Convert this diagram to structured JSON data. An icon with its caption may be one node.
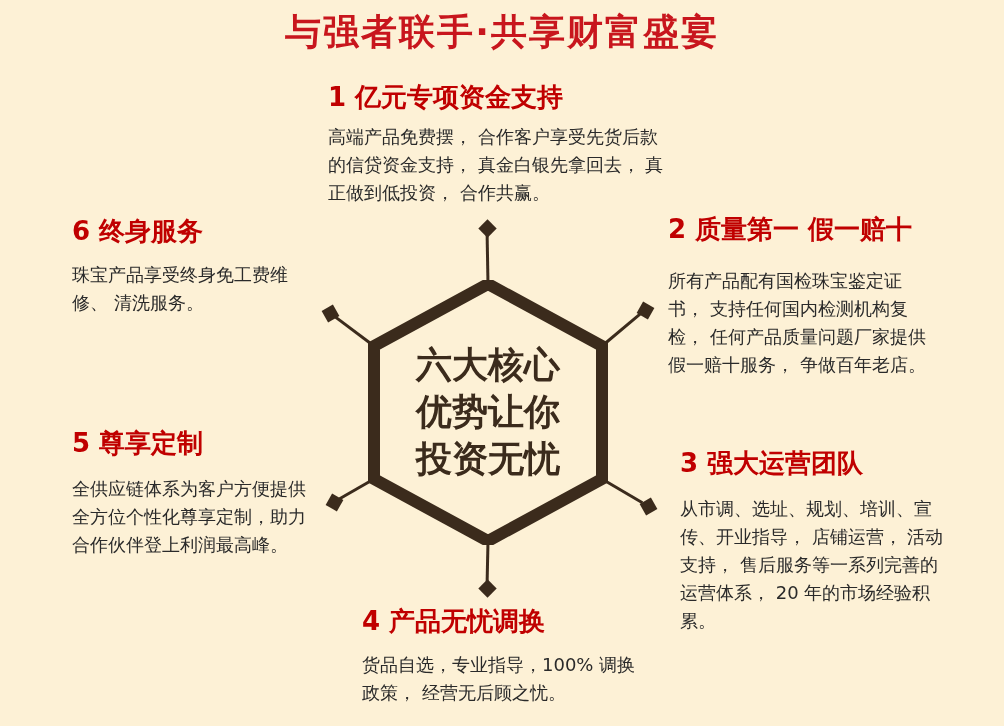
{
  "diagram": {
    "title": "与强者联手·共享财富盛宴",
    "nodes": [
      {
        "text": [
          "六大核心优势让你投资无忧"
        ]
      },
      {
        "text": [
          "1 亿元专项资金支持",
          "高端产品免费摆， 合作客户享受先货后款的信贷资金支持， 真金白银先拿回去， 真正做到低投资， 合作共赢。"
        ]
      },
      {
        "text": [
          "2 质量第一 假一赔十",
          "所有产品配有国检珠宝鉴定证书， 支持任何国内检测机构复检， 任何产品质量问题厂家提供假一赔十服务， 争做百年老店。"
        ]
      },
      {
        "text": [
          "3 强大运营团队",
          "从市调、选址、规划、培训、宣传、开业指导， 店铺运营， 活动支持， 售后服务等一系列完善的运营体系， 20 年的市场经验积累。"
        ]
      },
      {
        "text": [
          "4 产品无忧调换",
          "货品自选，专业指导，100% 调换政策， 经营无后顾之忧。"
        ]
      },
      {
        "text": [
          "5 尊享定制",
          "全供应链体系为客户方便提供全方位个性化尊享定制，助力合作伙伴登上利润最高峰。"
        ]
      },
      {
        "text": [
          "6 终身服务",
          "珠宝产品享受终身免工费维修、 清洗服务。"
        ]
      },
      {
        "text": [],
        "shape": "diamond"
      },
      {
        "text": [],
        "shape": "box"
      },
      {
        "text": [],
        "shape": "box"
      },
      {
        "text": [],
        "shape": "diamond"
      },
      {
        "text": [],
        "shape": "box"
      },
      {
        "text": [],
        "shape": "box"
      }
    ],
    "edges": [
      {
        "from": 0,
        "to": 7,
        "arrow": "none"
      },
      {
        "from": 0,
        "to": 8,
        "arrow": "none"
      },
      {
        "from": 0,
        "to": 9,
        "arrow": "none"
      },
      {
        "from": 0,
        "to": 10,
        "arrow": "none"
      },
      {
        "from": 0,
        "to": 11,
        "arrow": "none"
      },
      {
        "from": 0,
        "to": 12,
        "arrow": "none"
      }
    ]
  }
}
